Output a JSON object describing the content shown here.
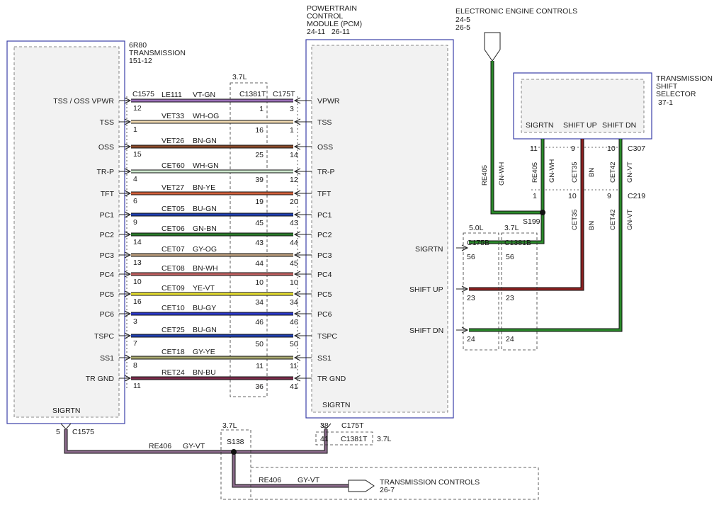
{
  "colors": {
    "box_border": "#3b3fa8",
    "box_fill": "#f2f2f2",
    "ink": "#222222",
    "vt-gn": "#9b6fb8",
    "wh-og": "#f0d9b0",
    "bn-gn": "#8a4a2a",
    "wh-gn": "#cde8cd",
    "bn-ye": "#d2603a",
    "bu-gn": "#1f3fb0",
    "gn-bn": "#2a7a2a",
    "gy-og": "#b89a7a",
    "bn-wh": "#c06060",
    "ye-vt": "#e8e030",
    "bu-gy": "#2a38c8",
    "gy-ye": "#a8a870",
    "bn-bu": "#7a2a4a",
    "gn-wh": "#2a8a2a",
    "bn": "#8b2020",
    "gn-vt": "#2a8a2a",
    "gy-vt": "#8a6a8a"
  },
  "modules": {
    "transmission": {
      "name": "6R80",
      "sub": "TRANSMISSION",
      "ref": "151-12"
    },
    "pcm": {
      "line1": "POWERTRAIN",
      "line2": "CONTROL",
      "line3": "MODULE (PCM)",
      "ref": "24-11   26-11"
    },
    "eec": {
      "name": "ELECTRONIC ENGINE CONTROLS",
      "ref1": "24-5",
      "ref2": "26-5"
    },
    "selector": {
      "line1": "TRANSMISSION",
      "line2": "SHIFT",
      "line3": "SELECTOR",
      "ref": "37-1",
      "pins": [
        "SIGRTN",
        "SHIFT UP",
        "SHIFT DN"
      ]
    },
    "trans_controls": {
      "name": "TRANSMISSION CONTROLS",
      "ref": "26-7"
    }
  },
  "connectors": {
    "c1575": "C1575",
    "c1381t": "C1381T",
    "c175t": "C175T",
    "c175b": "C175B",
    "c1381b": "C1381B",
    "c307": "C307",
    "c219": "C219",
    "s199": "S199",
    "s138": "S138",
    "opt37": "3.7L",
    "opt50": "5.0L"
  },
  "wires": [
    {
      "left": "TSS / OSS VPWR",
      "pin_l": "12",
      "circuit": "LE111",
      "color": "VT-GN",
      "color_key": "vt-gn",
      "mid": "1",
      "pin_r": "3",
      "right": "VPWR"
    },
    {
      "left": "TSS",
      "pin_l": "1",
      "circuit": "VET33",
      "color": "WH-OG",
      "color_key": "wh-og",
      "mid": "16",
      "pin_r": "1",
      "right": "TSS"
    },
    {
      "left": "OSS",
      "pin_l": "15",
      "circuit": "VET26",
      "color": "BN-GN",
      "color_key": "bn-gn",
      "mid": "25",
      "pin_r": "14",
      "right": "OSS"
    },
    {
      "left": "TR-P",
      "pin_l": "4",
      "circuit": "CET60",
      "color": "WH-GN",
      "color_key": "wh-gn",
      "mid": "39",
      "pin_r": "12",
      "right": "TR-P"
    },
    {
      "left": "TFT",
      "pin_l": "6",
      "circuit": "VET27",
      "color": "BN-YE",
      "color_key": "bn-ye",
      "mid": "19",
      "pin_r": "20",
      "right": "TFT"
    },
    {
      "left": "PC1",
      "pin_l": "9",
      "circuit": "CET05",
      "color": "BU-GN",
      "color_key": "bu-gn",
      "mid": "45",
      "pin_r": "43",
      "right": "PC1"
    },
    {
      "left": "PC2",
      "pin_l": "14",
      "circuit": "CET06",
      "color": "GN-BN",
      "color_key": "gn-bn",
      "mid": "43",
      "pin_r": "44",
      "right": "PC2"
    },
    {
      "left": "PC3",
      "pin_l": "13",
      "circuit": "CET07",
      "color": "GY-OG",
      "color_key": "gy-og",
      "mid": "44",
      "pin_r": "45",
      "right": "PC3"
    },
    {
      "left": "PC4",
      "pin_l": "10",
      "circuit": "CET08",
      "color": "BN-WH",
      "color_key": "bn-wh",
      "mid": "10",
      "pin_r": "10",
      "right": "PC4"
    },
    {
      "left": "PC5",
      "pin_l": "16",
      "circuit": "CET09",
      "color": "YE-VT",
      "color_key": "ye-vt",
      "mid": "34",
      "pin_r": "34",
      "right": "PC5"
    },
    {
      "left": "PC6",
      "pin_l": "3",
      "circuit": "CET10",
      "color": "BU-GY",
      "color_key": "bu-gy",
      "mid": "46",
      "pin_r": "46",
      "right": "PC6"
    },
    {
      "left": "TSPC",
      "pin_l": "7",
      "circuit": "CET25",
      "color": "BU-GN",
      "color_key": "bu-gn",
      "mid": "50",
      "pin_r": "50",
      "right": "TSPC"
    },
    {
      "left": "SS1",
      "pin_l": "8",
      "circuit": "CET18",
      "color": "GY-YE",
      "color_key": "gy-ye",
      "mid": "11",
      "pin_r": "11",
      "right": "SS1"
    },
    {
      "left": "TR GND",
      "pin_l": "11",
      "circuit": "RET24",
      "color": "BN-BU",
      "color_key": "bn-bu",
      "mid": "36",
      "pin_r": "41",
      "right": "TR GND"
    }
  ],
  "shift": {
    "pcm_pins": [
      "SIGRTN",
      "SHIFT UP",
      "SHIFT DN"
    ],
    "c175b_pins": [
      "56",
      "23",
      "24"
    ],
    "c1381b_pins": [
      "56",
      "23",
      "24"
    ],
    "eec_circuit": "RE405",
    "eec_color": "GN-WH",
    "sel_circuits": [
      {
        "circuit": "RE405",
        "color": "GN-WH",
        "pin_c307": "11",
        "pin_c219": "1"
      },
      {
        "circuit": "CET35",
        "color": "BN",
        "pin_c307": "9",
        "pin_c219": "10"
      },
      {
        "circuit": "CET42",
        "color": "GN-VT",
        "pin_c307": "10",
        "pin_c219": "9"
      }
    ]
  },
  "sigrtn": {
    "trans_label": "SIGRTN",
    "trans_pin": "5",
    "pcm_label": "SIGRTN",
    "pcm_pin_t": "38",
    "pcm_pin_b": "41",
    "circuit": "RE406",
    "color": "GY-VT"
  }
}
